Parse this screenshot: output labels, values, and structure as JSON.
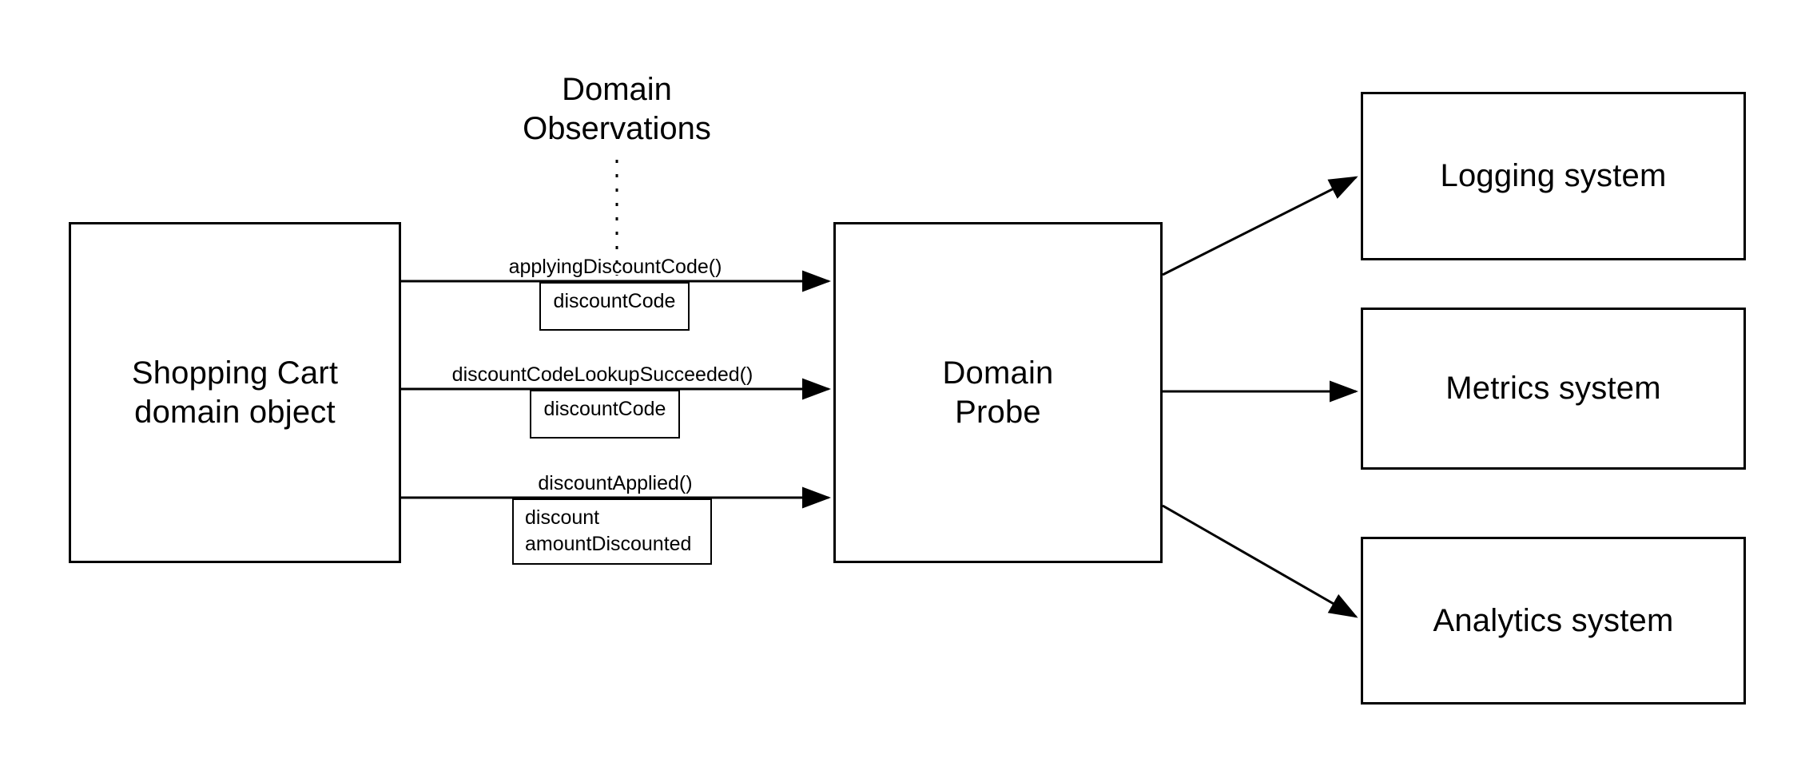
{
  "diagram": {
    "title": "Domain Probe observation flow",
    "background_color": "#ffffff",
    "stroke_color": "#000000",
    "annotation": {
      "label": "Domain\nObservations",
      "connector": "dotted-vertical-line"
    },
    "nodes": {
      "shopping_cart": {
        "label": "Shopping Cart\ndomain object"
      },
      "domain_probe": {
        "label": "Domain\nProbe"
      },
      "logging_system": {
        "label": "Logging system"
      },
      "metrics_system": {
        "label": "Metrics system"
      },
      "analytics_system": {
        "label": "Analytics system"
      }
    },
    "messages": [
      {
        "name": "applyingDiscountCode()",
        "payload": "discountCode",
        "payload_align": "center"
      },
      {
        "name": "discountCodeLookupSucceeded()",
        "payload": "discountCode",
        "payload_align": "center"
      },
      {
        "name": "discountApplied()",
        "payload": "discount\namountDiscounted",
        "payload_align": "left"
      }
    ],
    "outputs": [
      {
        "target": "logging_system",
        "direction": "up-right"
      },
      {
        "target": "metrics_system",
        "direction": "right"
      },
      {
        "target": "analytics_system",
        "direction": "down-right"
      }
    ]
  }
}
